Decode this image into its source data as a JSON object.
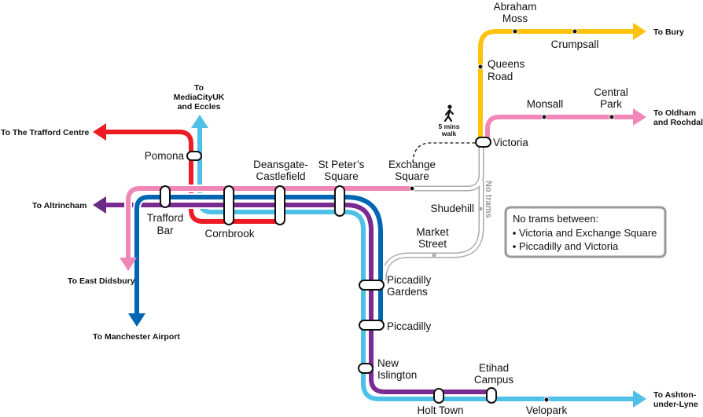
{
  "colors": {
    "red": "#ed1c24",
    "light_blue": "#4fc0e8",
    "purple": "#7a2b8f",
    "dark_blue": "#0066b3",
    "pink": "#f087b6",
    "yellow": "#ffc20e",
    "no_trams_gray": "#aaaaaa"
  },
  "destinations": {
    "trafford_centre": "To The Trafford Centre",
    "mediacity": [
      "To",
      "MediaCityUK",
      "and Eccles"
    ],
    "altrincham": "To Altrincham",
    "east_didsbury": "To East Didsbury",
    "airport": "To Manchester Airport",
    "bury": "To Bury",
    "oldham": [
      "To Oldham",
      "and Rochdale"
    ],
    "ashton": [
      "To Ashton-",
      "under-Lyne"
    ]
  },
  "stations": {
    "abraham_moss": [
      "Abraham",
      "Moss"
    ],
    "crumpsall": [
      "Crumpsall"
    ],
    "queens_road": [
      "Queens",
      "Road"
    ],
    "monsall": [
      "Monsall"
    ],
    "central_park": [
      "Central",
      "Park"
    ],
    "victoria": [
      "Victoria"
    ],
    "pomona": [
      "Pomona"
    ],
    "deansgate": [
      "Deansgate-",
      "Castlefield"
    ],
    "st_peters": [
      "St Peter’s",
      "Square"
    ],
    "exchange_square": [
      "Exchange",
      "Square"
    ],
    "trafford_bar": [
      "Trafford",
      "Bar"
    ],
    "cornbrook": [
      "Cornbrook"
    ],
    "shudehill": [
      "Shudehill"
    ],
    "market_street": [
      "Market",
      "Street"
    ],
    "piccadilly_gardens": [
      "Piccadilly",
      "Gardens"
    ],
    "piccadilly": [
      "Piccadilly"
    ],
    "new_islington": [
      "New",
      "Islington"
    ],
    "etihad": [
      "Etihad",
      "Campus"
    ],
    "holt_town": [
      "Holt Town"
    ],
    "velopark": [
      "Velopark"
    ]
  },
  "walk": {
    "icon": "walking-person-icon",
    "label": [
      "5 mins",
      "walk"
    ]
  },
  "no_trams_label": "No trams",
  "notice": {
    "title": "No trams between:",
    "items": [
      "Victoria and Exchange Square",
      "Piccadilly and Victoria"
    ]
  }
}
